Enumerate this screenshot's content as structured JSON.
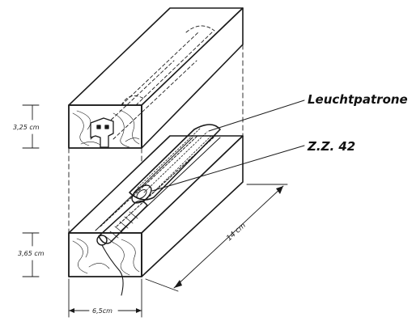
{
  "labels": {
    "leuchtpatrone": "Leuchtpatrone",
    "zz42": "Z.Z. 42",
    "upper_height": "3,25 cm",
    "lower_height": "3,65 cm",
    "length": "14 cm",
    "width": "6,5cm"
  },
  "colors": {
    "ink": "#1a1a1a",
    "paper": "#ffffff"
  }
}
